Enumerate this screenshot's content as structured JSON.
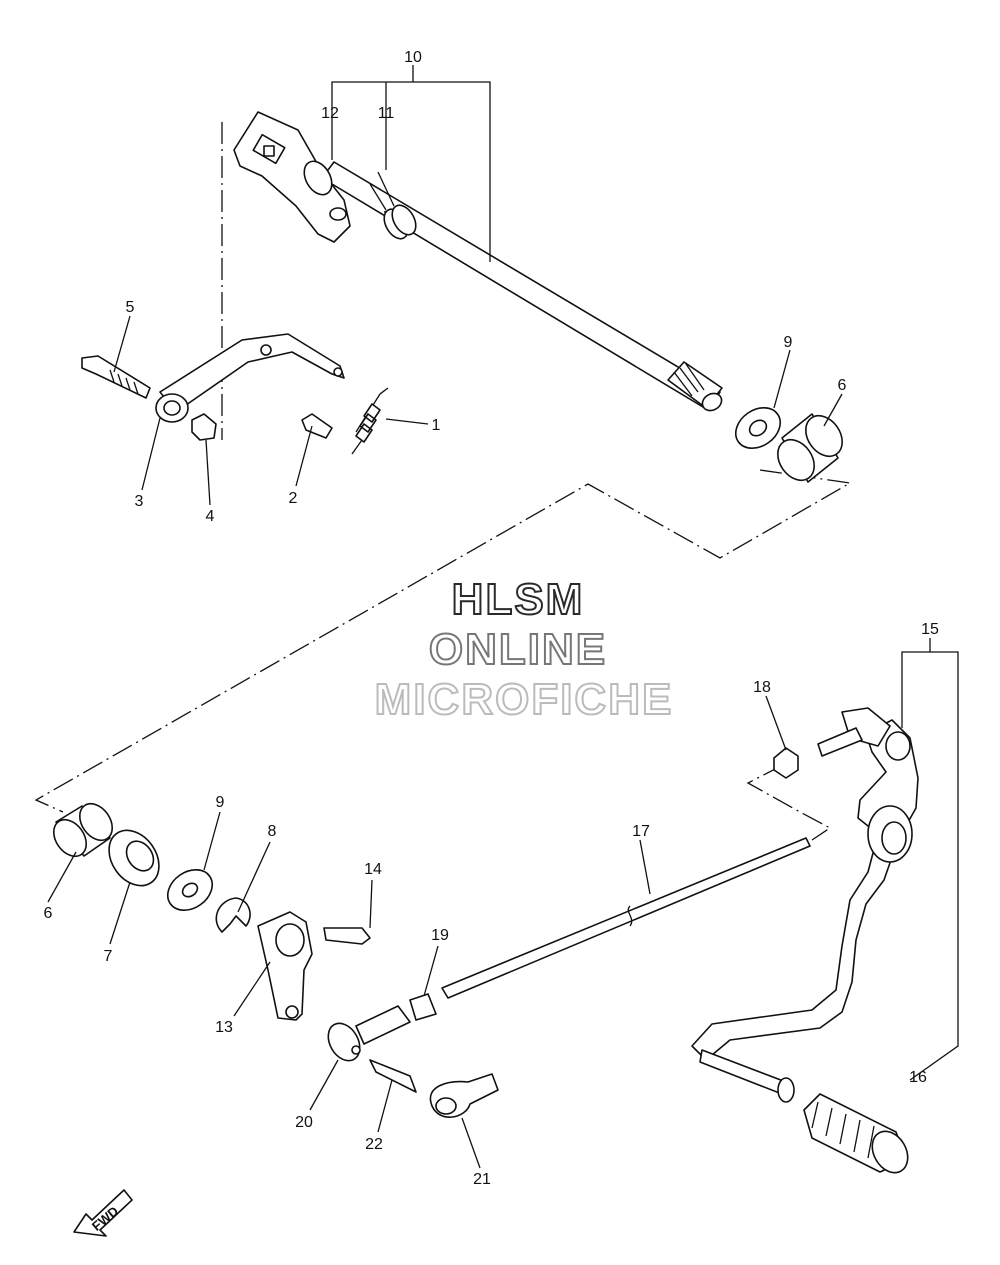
{
  "watermark": {
    "line1": "HLSM",
    "line2": "ONLINE",
    "line3": "MICROFICHE",
    "colors": [
      "#2a2a2a",
      "#777777",
      "#bbbbbb"
    ]
  },
  "fwd_label": "FWD",
  "callouts": {
    "c1": "1",
    "c2": "2",
    "c3": "3",
    "c4": "4",
    "c5": "5",
    "c6a": "6",
    "c6b": "6",
    "c7": "7",
    "c8": "8",
    "c9a": "9",
    "c9b": "9",
    "c10": "10",
    "c11": "11",
    "c12": "12",
    "c13": "13",
    "c14": "14",
    "c15": "15",
    "c16": "16",
    "c17": "17",
    "c18": "18",
    "c19": "19",
    "c20": "20",
    "c21": "21",
    "c22": "22"
  }
}
